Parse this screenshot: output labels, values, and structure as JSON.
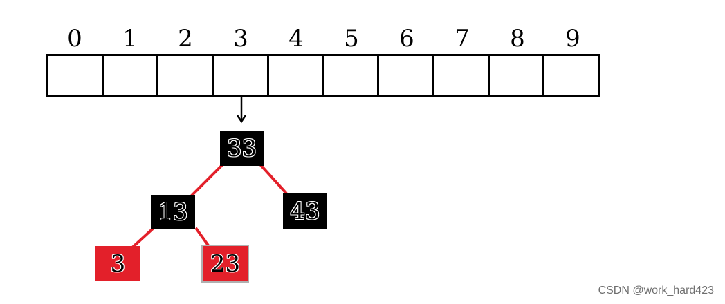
{
  "array": {
    "indices": [
      "0",
      "1",
      "2",
      "3",
      "4",
      "5",
      "6",
      "7",
      "8",
      "9"
    ]
  },
  "tree": {
    "nodes": [
      {
        "id": "n33",
        "label": "33",
        "color": "black"
      },
      {
        "id": "n13",
        "label": "13",
        "color": "black"
      },
      {
        "id": "n43",
        "label": "43",
        "color": "black"
      },
      {
        "id": "n3",
        "label": "3",
        "color": "red"
      },
      {
        "id": "n23",
        "label": "23",
        "color": "red"
      }
    ],
    "edges": [
      {
        "from": "n33",
        "to": "n13"
      },
      {
        "from": "n33",
        "to": "n43"
      },
      {
        "from": "n13",
        "to": "n3"
      },
      {
        "from": "n13",
        "to": "n23"
      }
    ],
    "pointer_from_index": "3"
  },
  "colors": {
    "black_node": "#000000",
    "red_node": "#e3202a",
    "edge": "#e3202a",
    "grid": "#000000"
  },
  "watermark": "CSDN @work_hard423"
}
